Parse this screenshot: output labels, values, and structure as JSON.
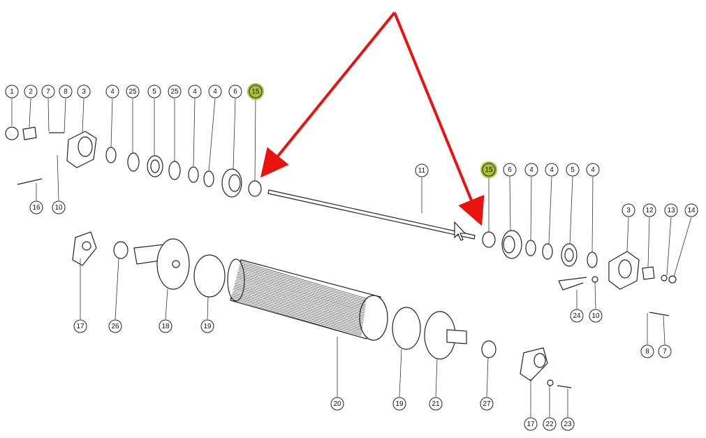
{
  "diagram": {
    "type": "exploded-parts-diagram",
    "highlight_color": "#a8c23a",
    "arrow_color": "#e8130f",
    "highlighted_part": "15",
    "callouts": [
      "1",
      "2",
      "7",
      "8",
      "3",
      "4",
      "25",
      "5",
      "25",
      "4",
      "4",
      "6",
      "15",
      "16",
      "10",
      "11",
      "15",
      "6",
      "4",
      "4",
      "5",
      "4",
      "3",
      "12",
      "13",
      "14",
      "17",
      "26",
      "18",
      "19",
      "24",
      "10",
      "8",
      "7",
      "20",
      "19",
      "21",
      "27",
      "17",
      "22",
      "23"
    ]
  }
}
